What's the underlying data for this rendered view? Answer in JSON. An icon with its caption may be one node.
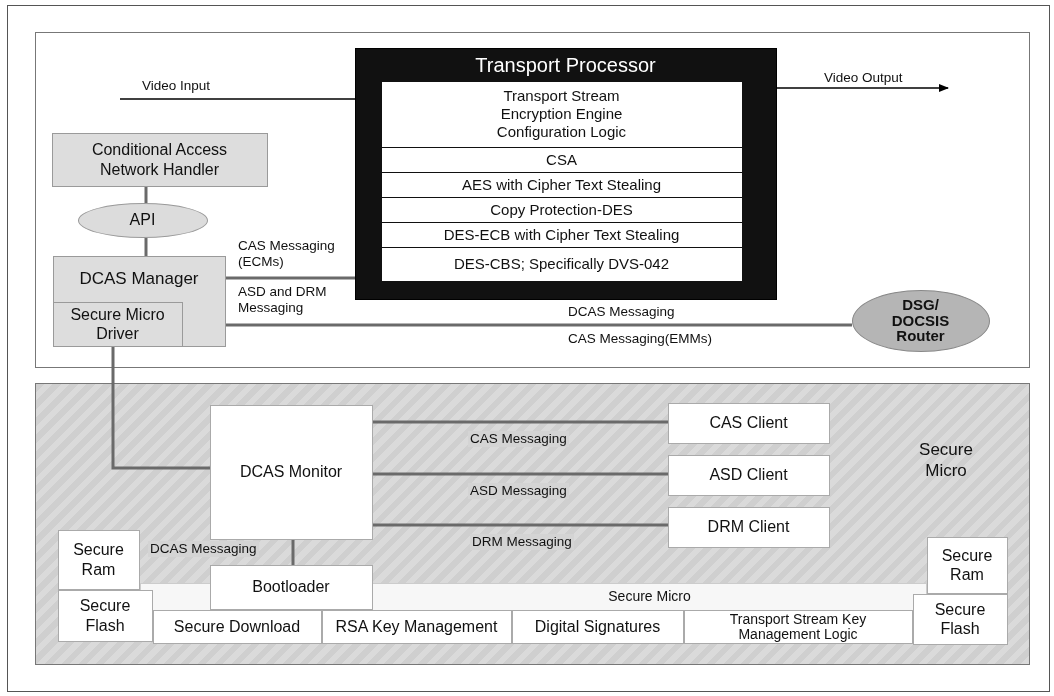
{
  "diagram": {
    "nodes": [
      {
        "text": [],
        "shape": "box"
      },
      {
        "text": [
          "Transport Processor"
        ],
        "in": 0
      },
      {
        "text": [
          "Transport Stream Encryption Engine Configuration Logic"
        ],
        "in": 1
      },
      {
        "text": [
          "CSA"
        ],
        "in": 1
      },
      {
        "text": [
          "AES with Cipher Text Stealing"
        ],
        "in": 1
      },
      {
        "text": [
          "Copy Protection-DES"
        ],
        "in": 1
      },
      {
        "text": [
          "DES-ECB with Cipher Text Stealing"
        ],
        "in": 1
      },
      {
        "text": [
          "DES-CBS; Specifically DVS-042"
        ],
        "in": 1
      },
      {
        "text": [
          "Conditional Access Network Handler"
        ],
        "in": 0
      },
      {
        "text": [
          "API"
        ],
        "in": 0
      },
      {
        "text": [
          "DCAS Manager"
        ],
        "in": 0
      },
      {
        "text": [
          "Secure Micro Driver"
        ],
        "in": 10
      },
      {
        "text": [
          "DSG/ DOCSIS Router"
        ],
        "in": 0
      },
      {
        "text": [
          "Secure Micro"
        ]
      },
      {
        "text": [
          "DCAS Monitor"
        ],
        "in": 13
      },
      {
        "text": [
          "CAS Client"
        ],
        "in": 13
      },
      {
        "text": [
          "ASD Client"
        ],
        "in": 13
      },
      {
        "text": [
          "DRM Client"
        ],
        "in": 13
      },
      {
        "text": [
          "Secure Ram"
        ],
        "in": 13
      },
      {
        "text": [
          "Secure Flash"
        ],
        "in": 13
      },
      {
        "text": [
          "Bootloader"
        ],
        "in": 13
      },
      {
        "text": [
          "Secure Micro"
        ],
        "in": 13
      },
      {
        "text": [
          "Secure Download"
        ],
        "in": 13
      },
      {
        "text": [
          "RSA Key Management"
        ],
        "in": 13
      },
      {
        "text": [
          "Digital Signatures"
        ],
        "in": 13
      },
      {
        "text": [
          "Transport Stream Key Management Logic"
        ],
        "in": 13
      },
      {
        "text": [
          "Secure Ram"
        ],
        "in": 13
      },
      {
        "text": [
          "Secure Flash"
        ],
        "in": 13
      }
    ],
    "edges": [
      {
        "from": null,
        "to": 1,
        "arrow": "none",
        "label": "Video Input",
        "color": "#000000"
      },
      {
        "from": 1,
        "to": null,
        "arrow": "to",
        "label": "Video Output",
        "color": "#000000"
      },
      {
        "from": 8,
        "to": 9,
        "arrow": "none"
      },
      {
        "from": 9,
        "to": 10,
        "arrow": "none"
      },
      {
        "from": 10,
        "to": 1,
        "arrow": "none",
        "label": "CAS Messaging (ECMs)"
      },
      {
        "from": 10,
        "to": 12,
        "arrow": "none",
        "label": "DCAS Messaging"
      },
      {
        "from": 11,
        "to": 14,
        "arrow": "none"
      },
      {
        "from": 14,
        "to": 15,
        "arrow": "none",
        "label": "CAS Messaging"
      },
      {
        "from": 14,
        "to": 16,
        "arrow": "none",
        "label": "ASD Messaging"
      },
      {
        "from": 14,
        "to": 17,
        "arrow": "none",
        "label": "DRM Messaging"
      },
      {
        "from": 14,
        "to": 20,
        "arrow": "none",
        "label": "DCAS Messaging"
      }
    ],
    "labels": [
      "ASD and DRM Messaging",
      "CAS Messaging(EMMs)"
    ]
  }
}
